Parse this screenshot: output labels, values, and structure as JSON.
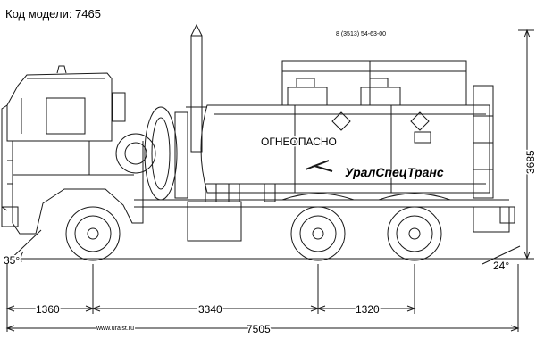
{
  "header": {
    "model_code": "Код модели: 7465"
  },
  "tank": {
    "phone": "8 (3513) 54-63-00",
    "warning_text": "ОГНЕОПАСНО",
    "brand_text": "УралСпецТранс"
  },
  "footer": {
    "website": "www.uralst.ru"
  },
  "dimensions": {
    "front_overhang": "1360",
    "wheelbase_front": "3340",
    "rear_axle_spacing": "1320",
    "overall_length": "7505",
    "overall_height": "3685",
    "approach_angle": "35°",
    "departure_angle": "24°"
  },
  "colors": {
    "line": "#1a1a1a",
    "background": "#ffffff"
  }
}
